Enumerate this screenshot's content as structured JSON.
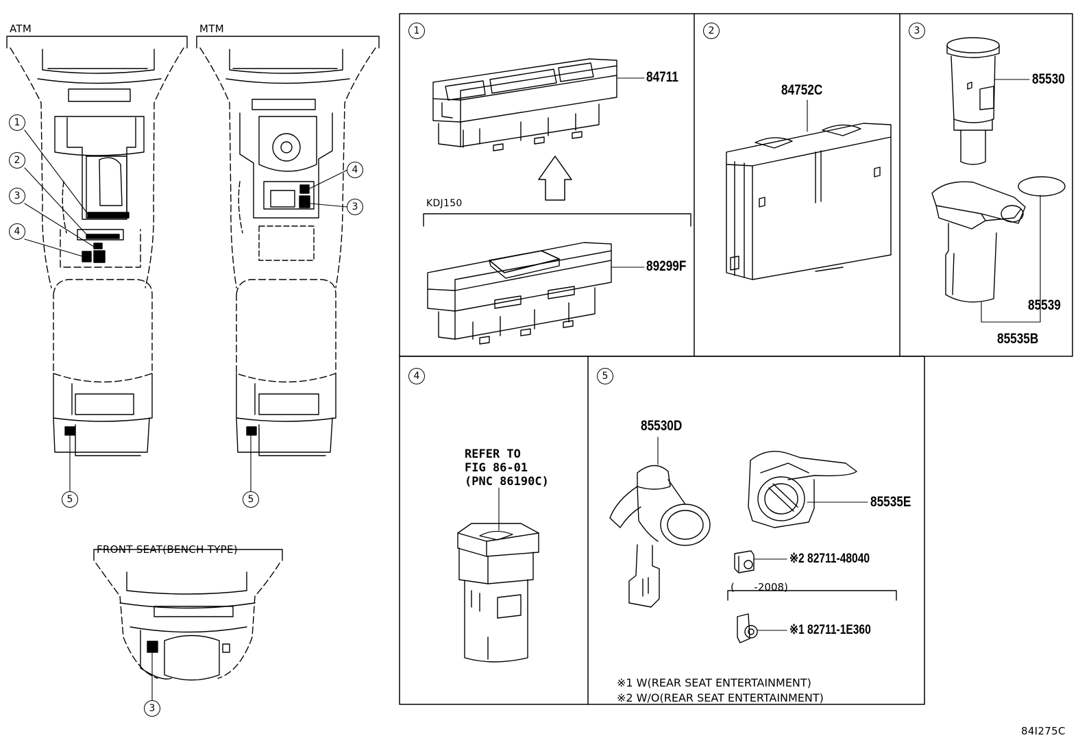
{
  "overview": {
    "atm_label": "ATM",
    "mtm_label": "MTM",
    "bench_label": "FRONT SEAT(BENCH TYPE)",
    "atm_callouts": [
      "1",
      "2",
      "3",
      "4",
      "5"
    ],
    "mtm_callouts": [
      "4",
      "3",
      "5"
    ],
    "bench_callouts": [
      "3"
    ]
  },
  "panels": {
    "p1": {
      "num": "1",
      "variant_label": "KDJ150",
      "parts": [
        "84711",
        "89299F"
      ]
    },
    "p2": {
      "num": "2",
      "parts": [
        "84752C"
      ]
    },
    "p3": {
      "num": "3",
      "parts": [
        "85530",
        "85539",
        "85535B"
      ]
    },
    "p4": {
      "num": "4",
      "refer_text": "REFER TO\nFIG 86-01\n(PNC 86190C)"
    },
    "p5": {
      "num": "5",
      "parts": [
        "85530D",
        "85535E",
        "※2 82711-48040",
        "※1 82711-1E360"
      ],
      "range_label": "(      -2008)",
      "footnote1": "※1 W(REAR SEAT ENTERTAINMENT)",
      "footnote2": "※2 W/O(REAR SEAT ENTERTAINMENT)"
    }
  },
  "illustration_id": "84I275C"
}
